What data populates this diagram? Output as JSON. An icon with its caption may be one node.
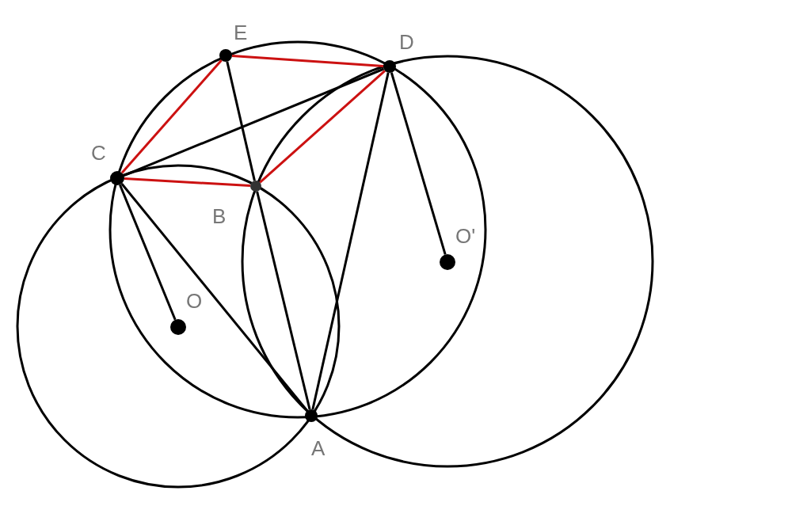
{
  "diagram": {
    "nodes": [
      {
        "text": [
          "E"
        ]
      },
      {
        "text": [
          "D"
        ]
      },
      {
        "text": [
          "C"
        ]
      },
      {
        "text": [
          "B"
        ]
      },
      {
        "text": [
          "O'"
        ]
      },
      {
        "text": [
          "O"
        ]
      },
      {
        "text": [
          "A"
        ]
      }
    ],
    "edges": [
      {
        "from": 0,
        "to": 1,
        "arrow": "none",
        "color": "#cc1111"
      },
      {
        "from": 0,
        "to": 2,
        "arrow": "none",
        "color": "#cc1111"
      },
      {
        "from": 2,
        "to": 1,
        "arrow": "none"
      },
      {
        "from": 0,
        "to": 3,
        "arrow": "none"
      },
      {
        "from": 2,
        "to": 3,
        "arrow": "none",
        "color": "#cc1111"
      },
      {
        "from": 3,
        "to": 1,
        "arrow": "none",
        "color": "#cc1111"
      },
      {
        "from": 1,
        "to": 6,
        "arrow": "none"
      },
      {
        "from": 1,
        "to": 4,
        "arrow": "none"
      },
      {
        "from": 2,
        "to": 5,
        "arrow": "none"
      },
      {
        "from": 2,
        "to": 6,
        "arrow": "none"
      },
      {
        "from": 3,
        "to": 6,
        "arrow": "none"
      }
    ]
  }
}
